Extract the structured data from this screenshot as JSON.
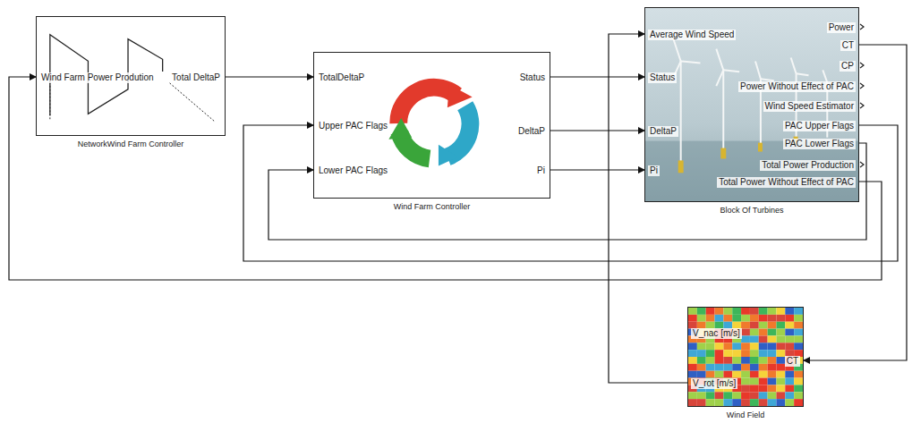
{
  "diagram": {
    "nodes": [
      {
        "text": [
          "Wind Farm Power Prodution",
          "Total DeltaP",
          "NetworkWind Farm Controller"
        ]
      },
      {
        "text": [
          "TotalDeltaP",
          "Upper PAC Flags",
          "Lower PAC Flags",
          "Status",
          "DeltaP",
          "Pi",
          "Wind Farm Controller"
        ]
      },
      {
        "text": [
          "Average Wind Speed",
          "Status",
          "DeltaP",
          "Pi",
          "Power",
          "CT",
          "CP",
          "Power Without Effect of PAC",
          "Wind Speed Estimator",
          "PAC Upper Flags",
          "PAC Lower Flags",
          "Total Power Production",
          "Total Power Without Effect of PAC",
          "Block Of Turbines"
        ]
      },
      {
        "text": [
          "V_nac [m/s]",
          "CT",
          "V_rot [m/s]",
          "Wind Field"
        ]
      }
    ],
    "edges": [
      {
        "from": 0,
        "to": 1,
        "arrow": "to"
      },
      {
        "from": 1,
        "to": 2,
        "arrow": "to"
      },
      {
        "from": 1,
        "to": 2,
        "arrow": "to"
      },
      {
        "from": 1,
        "to": 2,
        "arrow": "to"
      },
      {
        "from": 2,
        "to": 1,
        "arrow": "to"
      },
      {
        "from": 2,
        "to": 1,
        "arrow": "to"
      },
      {
        "from": 2,
        "to": 0,
        "arrow": "to"
      },
      {
        "from": 2,
        "to": 3,
        "arrow": "to"
      },
      {
        "from": 3,
        "to": 2,
        "arrow": "to"
      }
    ]
  }
}
